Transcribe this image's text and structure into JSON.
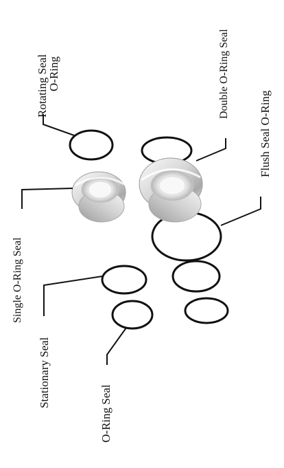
{
  "diagram": {
    "labels": {
      "rotating_seal_line1": "Rotating Seal",
      "rotating_seal_line2": "O-Ring",
      "double_o_ring_seal": "Double O-Ring Seal",
      "flush_seal_o_ring": "Flush Seal O-Ring",
      "single_o_ring_seal": "Single O-Ring  Seal",
      "stationary_seal": "Stationary Seal",
      "o_ring_seal": "O-Ring Seal"
    },
    "colors": {
      "line": "#111111",
      "ring_stroke": "#111111",
      "metal_light": "#f3f3f3",
      "metal_mid": "#cfcfcf",
      "metal_dark": "#8f8f8f"
    }
  }
}
